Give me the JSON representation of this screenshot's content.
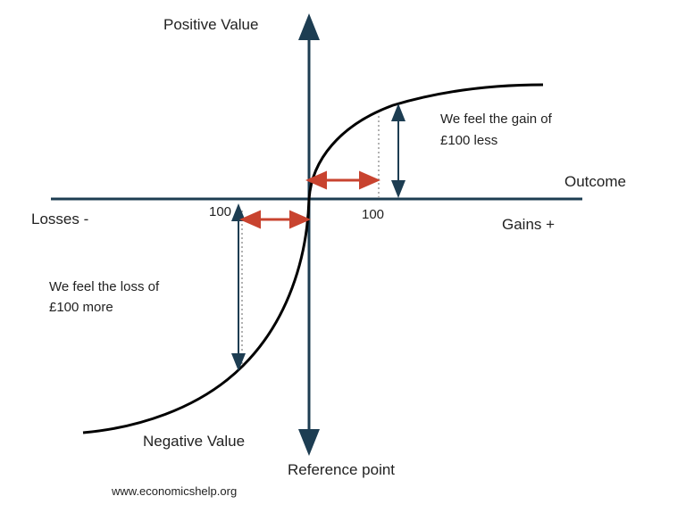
{
  "colors": {
    "axis": "#1d3d52",
    "curve": "#000000",
    "highlight": "#c8432f"
  },
  "labels": {
    "y_top": "Positive Value",
    "y_bottom": "Negative Value",
    "x_right": "Outcome",
    "losses": "Losses -",
    "gains": "Gains +",
    "loss_tick": "100",
    "gain_tick": "100",
    "gain_note_1": "We feel the gain of",
    "gain_note_2": "£100  less",
    "loss_note_1": "We feel the loss of",
    "loss_note_2": "£100  more",
    "reference": "Reference point",
    "source": "www.economicshelp.org"
  }
}
